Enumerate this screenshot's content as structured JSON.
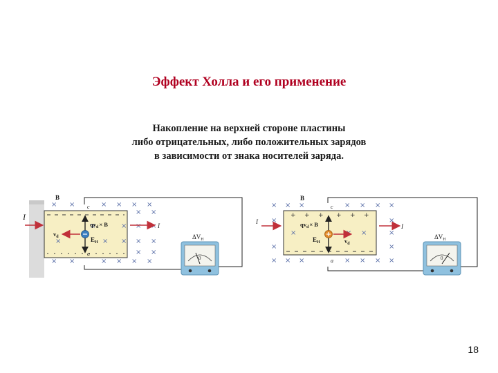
{
  "slide": {
    "title": "Эффект Холла и его применение",
    "subtitle_lines": [
      "Накопление  на верхней стороне пластины",
      "либо отрицательных, либо положительных зарядов",
      "в зависимости от знака носителей заряда."
    ],
    "page_number": "18"
  },
  "left_diagram": {
    "current_label": "I",
    "current_out_label": "I",
    "field_label": "B",
    "force_label": "qv",
    "force_subscript": "d",
    "force_cross": "× B",
    "velocity_label": "v",
    "velocity_subscript": "d",
    "hall_field_label": "E",
    "hall_field_subscript": "H",
    "meter_label": "ΔV",
    "meter_subscript": "H",
    "meter_zero": "0",
    "corner_top": "c",
    "corner_bottom": "a"
  },
  "right_diagram": {
    "current_label": "I",
    "current_out_label": "I",
    "field_label": "B",
    "force_label": "qv",
    "force_subscript": "d",
    "force_cross": "× B",
    "velocity_label": "v",
    "velocity_subscript": "d",
    "hall_field_label": "E",
    "hall_field_subscript": "H",
    "meter_label": "ΔV",
    "meter_subscript": "H",
    "meter_zero": "0",
    "corner_top": "c",
    "corner_bottom": "a"
  },
  "colors": {
    "title": "#b00020",
    "plate": "#f7efc4",
    "cross_marks": "#5a6fa8",
    "arrow_red": "#c0303a",
    "electron": "#3a7fc0",
    "hole": "#e08a2a",
    "meter_frame": "#8fc1df"
  }
}
